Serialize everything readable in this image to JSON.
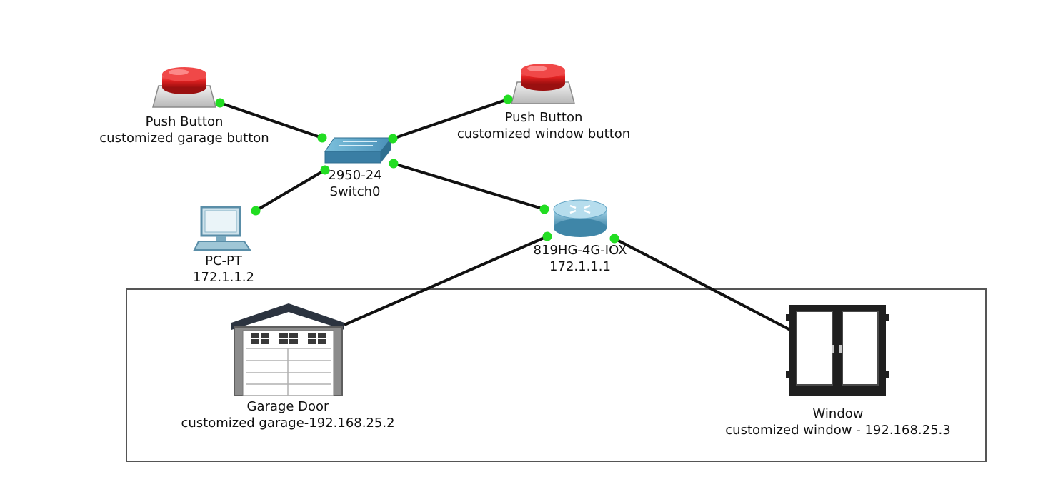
{
  "devices": {
    "garage_button": {
      "name": "Push Button",
      "desc": "customized garage button"
    },
    "window_button": {
      "name": "Push Button",
      "desc": "customized window button"
    },
    "switch": {
      "model": "2950-24",
      "name": "Switch0"
    },
    "pc": {
      "name": "PC-PT",
      "ip": "172.1.1.2"
    },
    "router": {
      "model": "819HG-4G-IOX",
      "ip": "172.1.1.1"
    },
    "garage_door": {
      "name": "Garage Door",
      "desc": "customized garage-192.168.25.2"
    },
    "window": {
      "name": "Window",
      "desc": "customized window - 192.168.25.3"
    }
  },
  "colors": {
    "link": "#111111",
    "port_up": "#22dd22",
    "button_red": "#e02020",
    "switch_blue": "#4a90b8",
    "router_blue": "#6aaccc",
    "box_border": "#555555"
  }
}
